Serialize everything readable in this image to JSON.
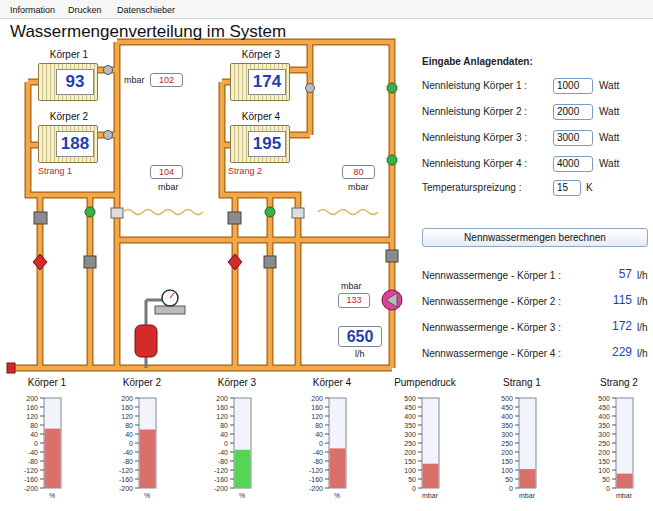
{
  "diagram": {
    "title": "Wassermengenverteilung im System",
    "nodes": [
      {
        "text": [
          "Körper 1",
          "93"
        ]
      },
      {
        "text": [
          "Körper 2",
          "188"
        ]
      },
      {
        "text": [
          "Körper 3",
          "174"
        ]
      },
      {
        "text": [
          "Körper 4",
          "195"
        ]
      },
      {
        "text": [
          "mbar",
          "102"
        ]
      },
      {
        "text": [
          "104",
          "mbar"
        ]
      },
      {
        "text": [
          "80",
          "mbar"
        ]
      },
      {
        "text": [
          "mbar",
          "133"
        ]
      },
      {
        "text": [
          "650",
          "l/h"
        ]
      },
      {
        "text": [
          "1000"
        ]
      },
      {
        "text": [
          "2000"
        ]
      },
      {
        "text": [
          "3000"
        ]
      },
      {
        "text": [
          "4000"
        ]
      },
      {
        "text": [
          "15"
        ]
      },
      {
        "text": [
          "Nennwassermengen berechnen"
        ]
      },
      {
        "text": [
          "Körper 1",
          "200",
          "160",
          "120",
          "80",
          "40",
          "0",
          "-40",
          "-80",
          "-120",
          "-160",
          "-200",
          "%"
        ]
      },
      {
        "text": [
          "Körper 2",
          "200",
          "160",
          "120",
          "80",
          "40",
          "0",
          "-40",
          "-80",
          "-120",
          "-160",
          "-200",
          "%"
        ]
      },
      {
        "text": [
          "Körper 3",
          "200",
          "160",
          "120",
          "80",
          "40",
          "0",
          "-40",
          "-80",
          "-120",
          "-160",
          "-200",
          "%"
        ]
      },
      {
        "text": [
          "Körper 4",
          "200",
          "160",
          "120",
          "80",
          "40",
          "0",
          "-40",
          "-80",
          "-120",
          "-160",
          "-200",
          "%"
        ]
      },
      {
        "text": [
          "Pumpendruck",
          "500",
          "450",
          "400",
          "350",
          "300",
          "250",
          "200",
          "150",
          "100",
          "50",
          "0",
          "mbar"
        ]
      },
      {
        "text": [
          "Strang 1",
          "500",
          "450",
          "400",
          "350",
          "300",
          "250",
          "200",
          "150",
          "100",
          "50",
          "0",
          "mbar"
        ]
      },
      {
        "text": [
          "Strang 2",
          "500",
          "450",
          "400",
          "350",
          "300",
          "250",
          "200",
          "150",
          "100",
          "50",
          "0",
          "mbar"
        ]
      }
    ],
    "labels": [
      "Information",
      "Drucken",
      "Datenschieber",
      "Strang 1",
      "Strang 2",
      "Eingabe Anlagendaten:",
      "Nennleistung Körper 1 :",
      "Watt",
      "Nennleistung Körper 2 :",
      "Watt",
      "Nennleistung Körper 3 :",
      "Watt",
      "Nennleistung Körper 4 :",
      "Watt",
      "Temperaturspreizung :",
      "K",
      "Nennwassermenge - Körper 1 :",
      "57",
      "l/h",
      "Nennwassermenge - Körper 2 :",
      "115",
      "l/h",
      "Nennwassermenge - Körper 3 :",
      "172",
      "l/h",
      "Nennwassermenge - Körper 4 :",
      "229",
      "l/h"
    ]
  }
}
